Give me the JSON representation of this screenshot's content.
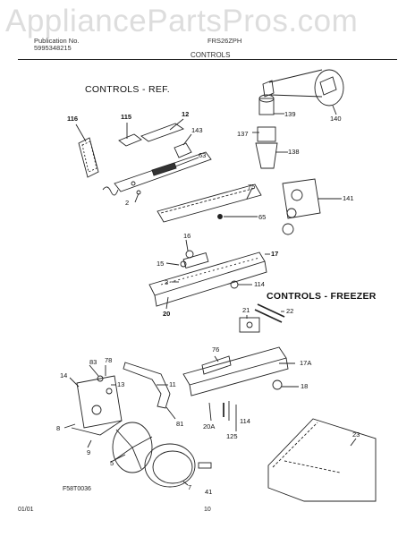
{
  "watermark": "AppliancePartsPros.com",
  "header": {
    "publication": "Publication No.",
    "pub_number": "5995348215",
    "model": "FRS26ZPH",
    "section_title": "CONTROLS"
  },
  "sections": {
    "ref": "CONTROLS - REF.",
    "freezer": "CONTROLS - FREEZER"
  },
  "callouts": {
    "c116": "116",
    "c115": "115",
    "c12": "12",
    "c143": "143",
    "c63": "63",
    "c2": "2",
    "c139": "139",
    "c140": "140",
    "c137": "137",
    "c138": "138",
    "c141": "141",
    "c75": "75",
    "c65": "65",
    "c16": "16",
    "c15": "15",
    "c17": "17",
    "c3": "3",
    "c114a": "114",
    "c20": "20",
    "c21": "21",
    "c22": "22",
    "c76": "76",
    "c83": "83",
    "c78": "78",
    "c14": "14",
    "c13": "13",
    "c8": "8",
    "c11": "11",
    "c81": "81",
    "c17a": "17A",
    "c18": "18",
    "c20a": "20A",
    "c114b": "114",
    "c125": "125",
    "c9": "9",
    "c5": "5",
    "c7": "7",
    "c41": "41",
    "c23": "23"
  },
  "footer": {
    "drawing_id": "F58T0036",
    "date": "01/01",
    "page": "10"
  }
}
